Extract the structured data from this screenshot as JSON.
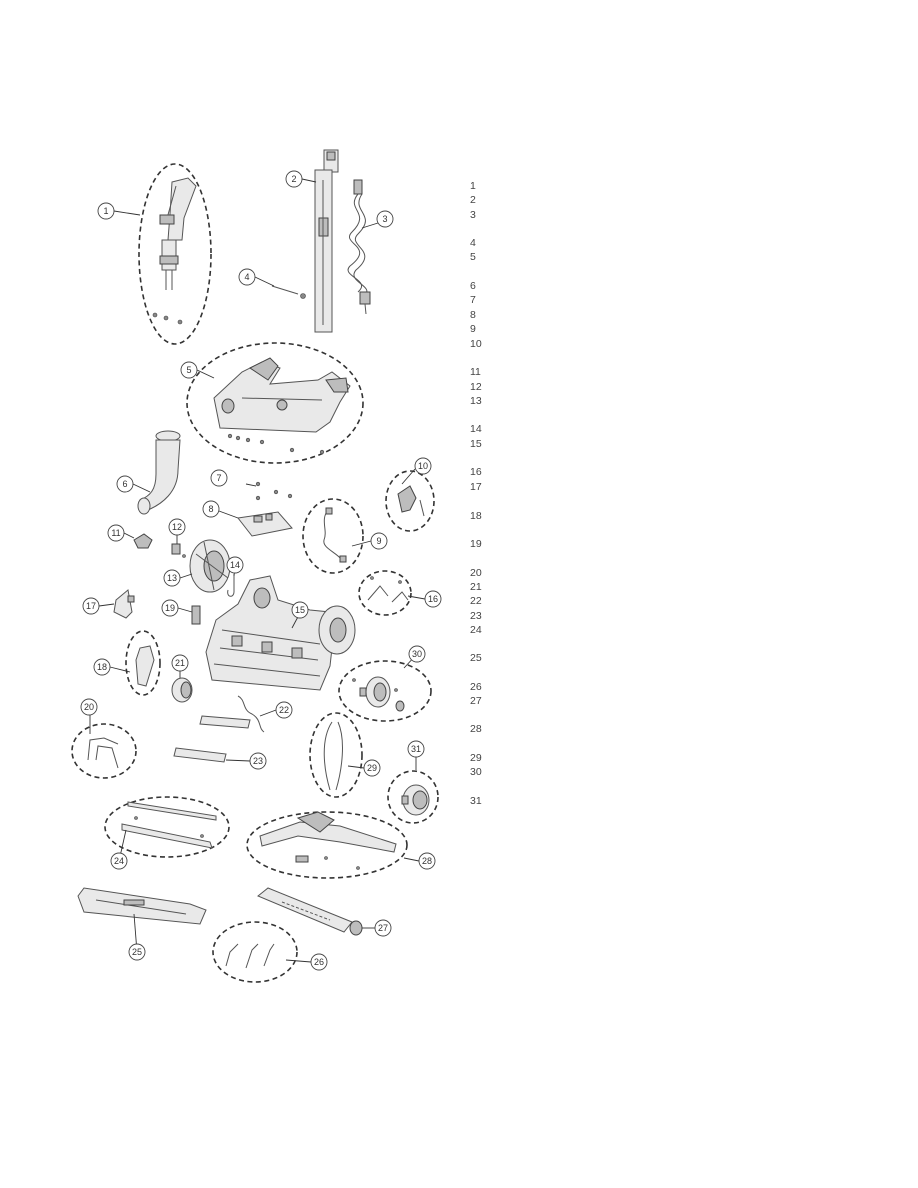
{
  "callouts": [
    "1",
    "2",
    "3",
    "4",
    "5",
    "6",
    "7",
    "8",
    "9",
    "10",
    "11",
    "12",
    "13",
    "14",
    "15",
    "16",
    "17",
    "18",
    "19",
    "20",
    "21",
    "22",
    "23",
    "24",
    "25",
    "26",
    "27",
    "28",
    "29",
    "30",
    "31"
  ],
  "parts_list": [
    "1",
    "2",
    "3",
    "4",
    "5",
    "6",
    "7",
    "8",
    "9",
    "10",
    "11",
    "12",
    "13",
    "14",
    "15",
    "16",
    "17",
    "18",
    "19",
    "20",
    "21",
    "22",
    "23",
    "24",
    "25",
    "26",
    "27",
    "28",
    "29",
    "30",
    "31"
  ]
}
